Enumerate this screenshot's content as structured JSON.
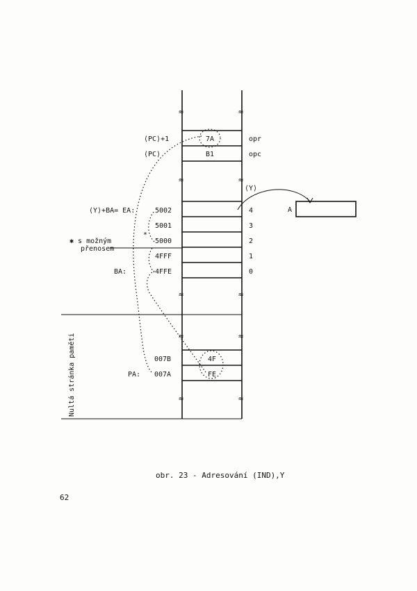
{
  "top_cells": {
    "low": "7A",
    "high": "B1"
  },
  "top_labels": {
    "pc_plus_1": "⟨PC⟩+1",
    "pc": "⟨PC⟩"
  },
  "top_right": {
    "opr": "opr",
    "opc": "opc"
  },
  "y_header": "⟨Y⟩",
  "ea_label": "⟨Y⟩+BA= EA:",
  "ba_label": "BA:",
  "addresses": [
    "5002",
    "5001",
    "5000",
    "4FFF",
    "4FFE"
  ],
  "offsets": [
    "4",
    "3",
    "2",
    "1",
    "0"
  ],
  "carry_note": {
    "star": "*",
    "line1": "✱ s možným",
    "line2": "přenosem"
  },
  "register": "A",
  "zero_page": {
    "side_label": "Nultá stránka paměti",
    "addresses": [
      "007B",
      "007A"
    ],
    "pa_label": "PA:",
    "cells": [
      "4F",
      "FE"
    ]
  },
  "caption": "obr. 23 - Adresování (IND),Y",
  "page_number": "62"
}
